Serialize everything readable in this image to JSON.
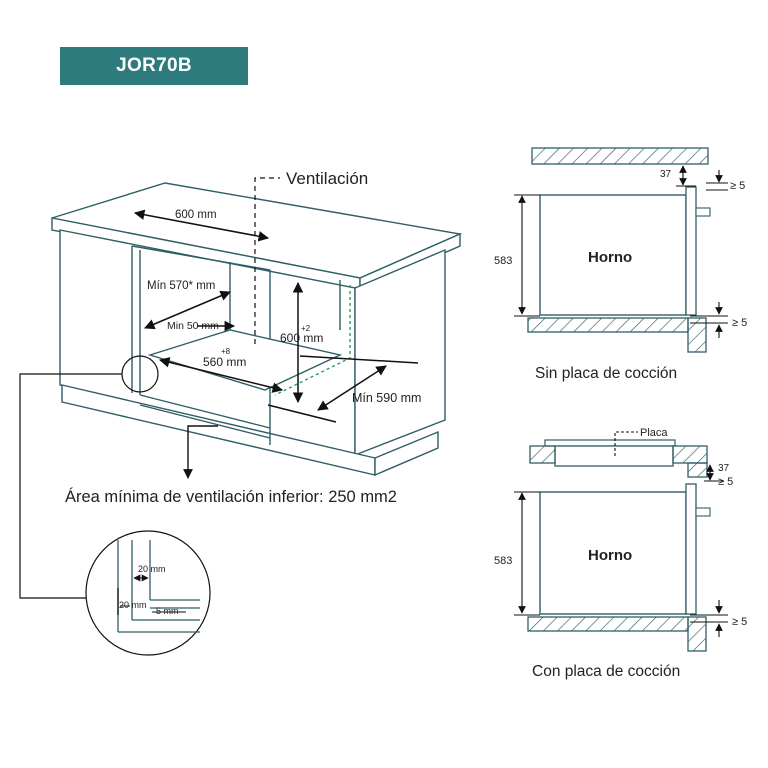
{
  "model": "JOR70B",
  "main": {
    "ventilation": "Ventilación",
    "width_top": "600 mm",
    "min_depth": "Mín 570* mm",
    "min_gap": "Min 50 mm",
    "height": "600 mm",
    "height_tol": "+2",
    "width_inner": "560 mm",
    "width_inner_tol": "+8",
    "min_cabinet_depth": "Mín 590 mm",
    "bottom_area_note": "Área mínima de ventilación inferior: 250 mm2"
  },
  "detail": {
    "dim_a": "20 mm",
    "dim_b": "20 mm",
    "dim_c": "5 mm"
  },
  "side_without": {
    "oven_label": "Horno",
    "height": "583",
    "top_gap": "37",
    "gap_top": "≥ 5",
    "gap_bottom": "≥ 5",
    "caption": "Sin placa de cocción"
  },
  "side_with": {
    "plate_label": "Placa",
    "oven_label": "Horno",
    "height": "583",
    "top_gap": "37",
    "gap_top": "≥ 5",
    "gap_bottom": "≥ 5",
    "caption": "Con placa de cocción"
  },
  "colors": {
    "accent": "#2e7b7d",
    "line": "#2f5f66",
    "text": "#222222"
  }
}
